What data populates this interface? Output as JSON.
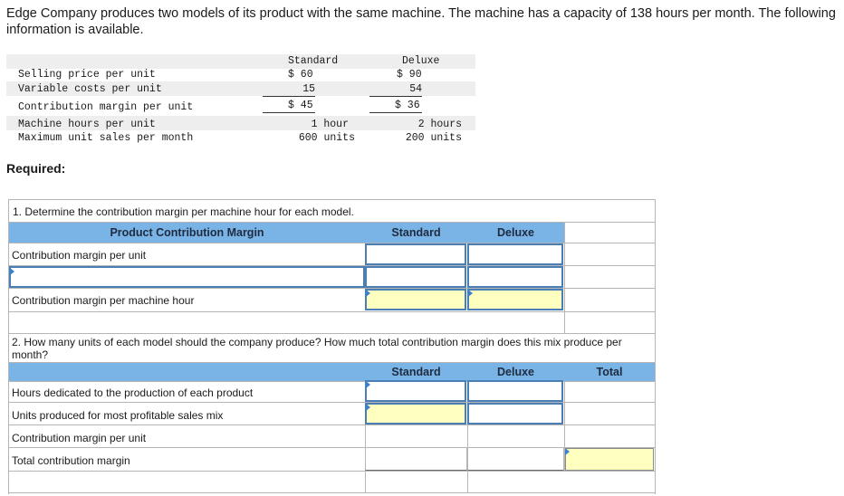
{
  "intro_text": "Edge Company produces two models of its product with the same machine. The machine has a capacity of 138 hours per month. The following information is available.",
  "info_table": {
    "headers": [
      "Standard",
      "Deluxe"
    ],
    "rows": [
      {
        "label": "Selling price per unit",
        "standard": "$ 60",
        "deluxe": "$ 90"
      },
      {
        "label": "Variable costs per unit",
        "standard": "15",
        "deluxe": "54"
      },
      {
        "label": "Contribution margin per unit",
        "standard": "$ 45",
        "deluxe": "$ 36"
      },
      {
        "label": "Machine hours per unit",
        "standard": "1 hour",
        "deluxe": "2 hours"
      },
      {
        "label": "Maximum unit sales per month",
        "standard": "600 units",
        "deluxe": "200 units"
      }
    ]
  },
  "required_label": "Required:",
  "part1": {
    "question": "1. Determine the contribution margin per machine hour for each model.",
    "header_label": "Product Contribution Margin",
    "col_standard": "Standard",
    "col_deluxe": "Deluxe",
    "rows": [
      {
        "label": "Contribution margin per unit"
      },
      {
        "label": ""
      },
      {
        "label": "Contribution margin per machine hour"
      }
    ]
  },
  "part2": {
    "question": "2. How many units of each model should the company produce? How much total contribution margin does this mix produce per month?",
    "col_standard": "Standard",
    "col_deluxe": "Deluxe",
    "col_total": "Total",
    "rows": [
      {
        "label": "Hours dedicated to the production of each product"
      },
      {
        "label": "Units produced for most profitable sales mix"
      },
      {
        "label": "Contribution margin per unit"
      },
      {
        "label": "Total contribution margin"
      }
    ]
  },
  "colors": {
    "header_blue": "#7ab3e6",
    "input_border": "#4a7fb5",
    "highlight_yellow": "#ffffc0"
  }
}
